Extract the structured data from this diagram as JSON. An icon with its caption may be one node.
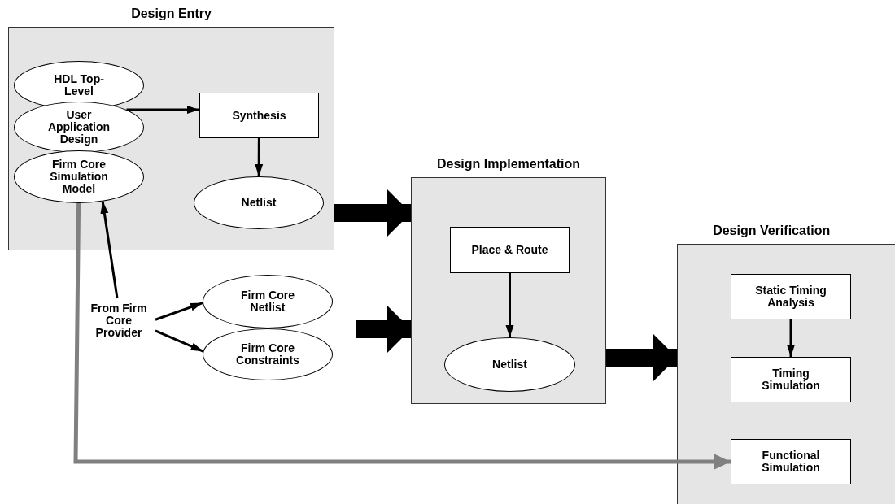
{
  "diagram": {
    "nodes": [
      {
        "text": [
          "Design Entry"
        ]
      },
      {
        "text": [
          "HDL Top-Level"
        ],
        "in": 0
      },
      {
        "text": [
          "User Application Design"
        ],
        "in": 0
      },
      {
        "text": [
          "Firm Core Simulation Model"
        ],
        "in": 0
      },
      {
        "text": [
          "Synthesis"
        ],
        "in": 0
      },
      {
        "text": [
          "Netlist"
        ],
        "in": 0
      },
      {
        "text": [
          "Design Implementation"
        ]
      },
      {
        "text": [
          "Place & Route"
        ],
        "in": 6
      },
      {
        "text": [
          "Netlist"
        ],
        "in": 6
      },
      {
        "text": [
          "Design Verification"
        ]
      },
      {
        "text": [
          "Static Timing Analysis"
        ],
        "in": 9
      },
      {
        "text": [
          "Timing Simulation"
        ],
        "in": 9
      },
      {
        "text": [
          "Functional Simulation"
        ],
        "in": 9
      },
      {
        "text": [
          "From Firm Core Provider"
        ]
      },
      {
        "text": [
          "Firm Core Netlist"
        ]
      },
      {
        "text": [
          "Firm Core Constraints"
        ]
      }
    ],
    "edges": [
      {
        "from": 2,
        "to": 4,
        "arrow": "to"
      },
      {
        "from": 4,
        "to": 5,
        "arrow": "to"
      },
      {
        "from": 13,
        "to": 3,
        "arrow": "to"
      },
      {
        "from": 13,
        "to": 14,
        "arrow": "to"
      },
      {
        "from": 13,
        "to": 15,
        "arrow": "to"
      },
      {
        "from": 7,
        "to": 8,
        "arrow": "to"
      },
      {
        "from": 10,
        "to": 11,
        "arrow": "to"
      },
      {
        "from": 3,
        "to": 12,
        "arrow": "to",
        "color": "#808080"
      },
      {
        "from": 0,
        "to": 6,
        "arrow": "to",
        "style": "thick"
      },
      {
        "from": null,
        "to": 6,
        "arrow": "to",
        "style": "thick"
      },
      {
        "from": 6,
        "to": 9,
        "arrow": "to",
        "style": "thick"
      }
    ]
  }
}
